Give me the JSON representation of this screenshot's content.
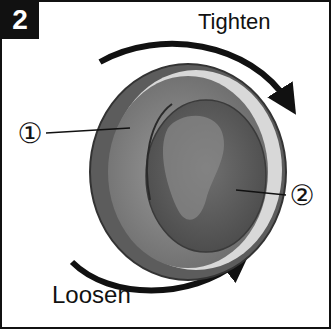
{
  "diagram": {
    "labels": [
      "2",
      "Tighten",
      "Loosen",
      "①",
      "②"
    ]
  }
}
